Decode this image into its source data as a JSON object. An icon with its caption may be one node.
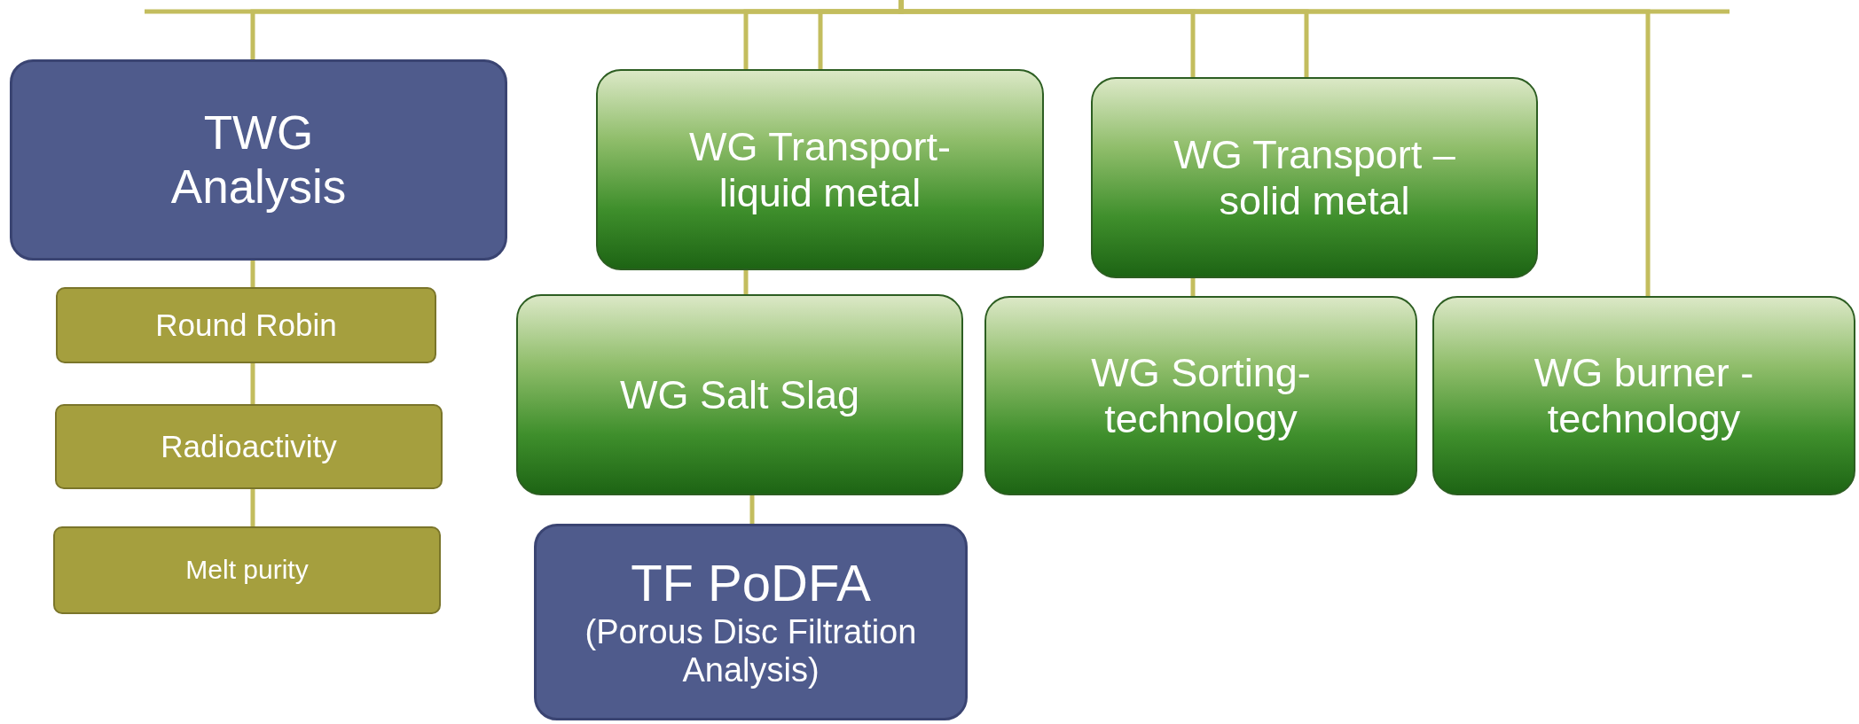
{
  "diagram": {
    "nodes": [
      {
        "text": [
          "TWG Analysis"
        ]
      },
      {
        "text": [
          "Round Robin"
        ]
      },
      {
        "text": [
          "Radioactivity"
        ]
      },
      {
        "text": [
          "Melt purity"
        ]
      },
      {
        "text": [
          "WG Transport- liquid metal"
        ]
      },
      {
        "text": [
          "WG Transport – solid metal"
        ]
      },
      {
        "text": [
          "WG Salt Slag"
        ]
      },
      {
        "text": [
          "WG Sorting- technology"
        ]
      },
      {
        "text": [
          "WG burner - technology"
        ]
      },
      {
        "text": [
          "TF PoDFA",
          "(Porous Disc Filtration Analysis)"
        ]
      }
    ],
    "edges": [
      {
        "from": null,
        "to": 0,
        "arrow": "none"
      },
      {
        "from": null,
        "to": 6,
        "arrow": "none"
      },
      {
        "from": null,
        "to": 4,
        "arrow": "none"
      },
      {
        "from": null,
        "to": 7,
        "arrow": "none"
      },
      {
        "from": null,
        "to": 5,
        "arrow": "none"
      },
      {
        "from": null,
        "to": 8,
        "arrow": "none"
      },
      {
        "from": 0,
        "to": 1,
        "arrow": "none"
      },
      {
        "from": 1,
        "to": 2,
        "arrow": "none"
      },
      {
        "from": 2,
        "to": 3,
        "arrow": "none"
      },
      {
        "from": 6,
        "to": 9,
        "arrow": "none"
      }
    ]
  }
}
